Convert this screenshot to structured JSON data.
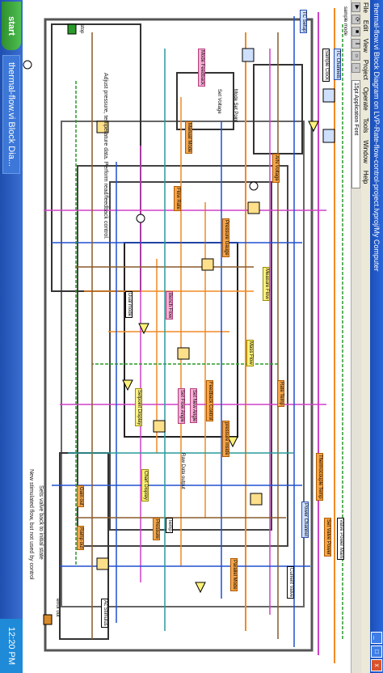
{
  "window": {
    "title": "thermal-flow.vi Block Diagram on LVP-Rate-flow-control-project.lvproj/My Computer",
    "menu": [
      "File",
      "Edit",
      "View",
      "Project",
      "Operate",
      "Tools",
      "Window",
      "Help"
    ],
    "font_selector": "15pt Application Font"
  },
  "taskbar": {
    "start": "start",
    "task": "thermal-flow.vi Block Dia...",
    "clock": "12:20 PM"
  },
  "labels": {
    "sample_mode": "sample mode",
    "tc_channels": "TC Channels",
    "sample_clock": "Sample Clock",
    "tc_setup": "TC Setup",
    "valve_power_main": "Valve Power Main",
    "set_valve_power": "Set Valve Power",
    "thermocouple_temp": "Thermocouple Temp",
    "power_channel": "Power Channel",
    "current_valve": "Current Valve",
    "rate_temp": "Rate Temp",
    "ain_voltage": "AIN Voltage",
    "measure_flow": "Measure Flow",
    "mode_set_point": "Mode Set Point",
    "pressure_gauge": "Pressure Gauge",
    "set_voltage": "Set Voltage",
    "mode_feedback": "Mode Feedback",
    "manual_mode": "Manual Mode",
    "flow_rate": "Flow Rate",
    "data_output": "Raw Data output",
    "temp": "Temp",
    "pressure": "Pressure",
    "chart_display": "Chart Display",
    "setpoint_display": "Setpoint Display",
    "adjust_note": "Adjust pressure, temperature data. Perform read/feedback control.",
    "stop": "stop",
    "error_out": "error out",
    "dual_mode": "Dual mode",
    "set_new_angle": "Set New Angle",
    "set_flow_angle": "Set Flow Angle",
    "pressure_inside": "pressure inside",
    "feedback_control": "Feedback Control",
    "mass_flow": "Mass Flow",
    "bench_flow": "Bench Flow",
    "parallel_mode": "Parallel Mode",
    "gain_out": "Gain out",
    "ramp_out": "Ramp out",
    "system_note_1": "Sets valve back to initial state",
    "system_note_2": "New stimulated flow, but not used by control",
    "ac_stimulus": "Ac Stimulus"
  }
}
